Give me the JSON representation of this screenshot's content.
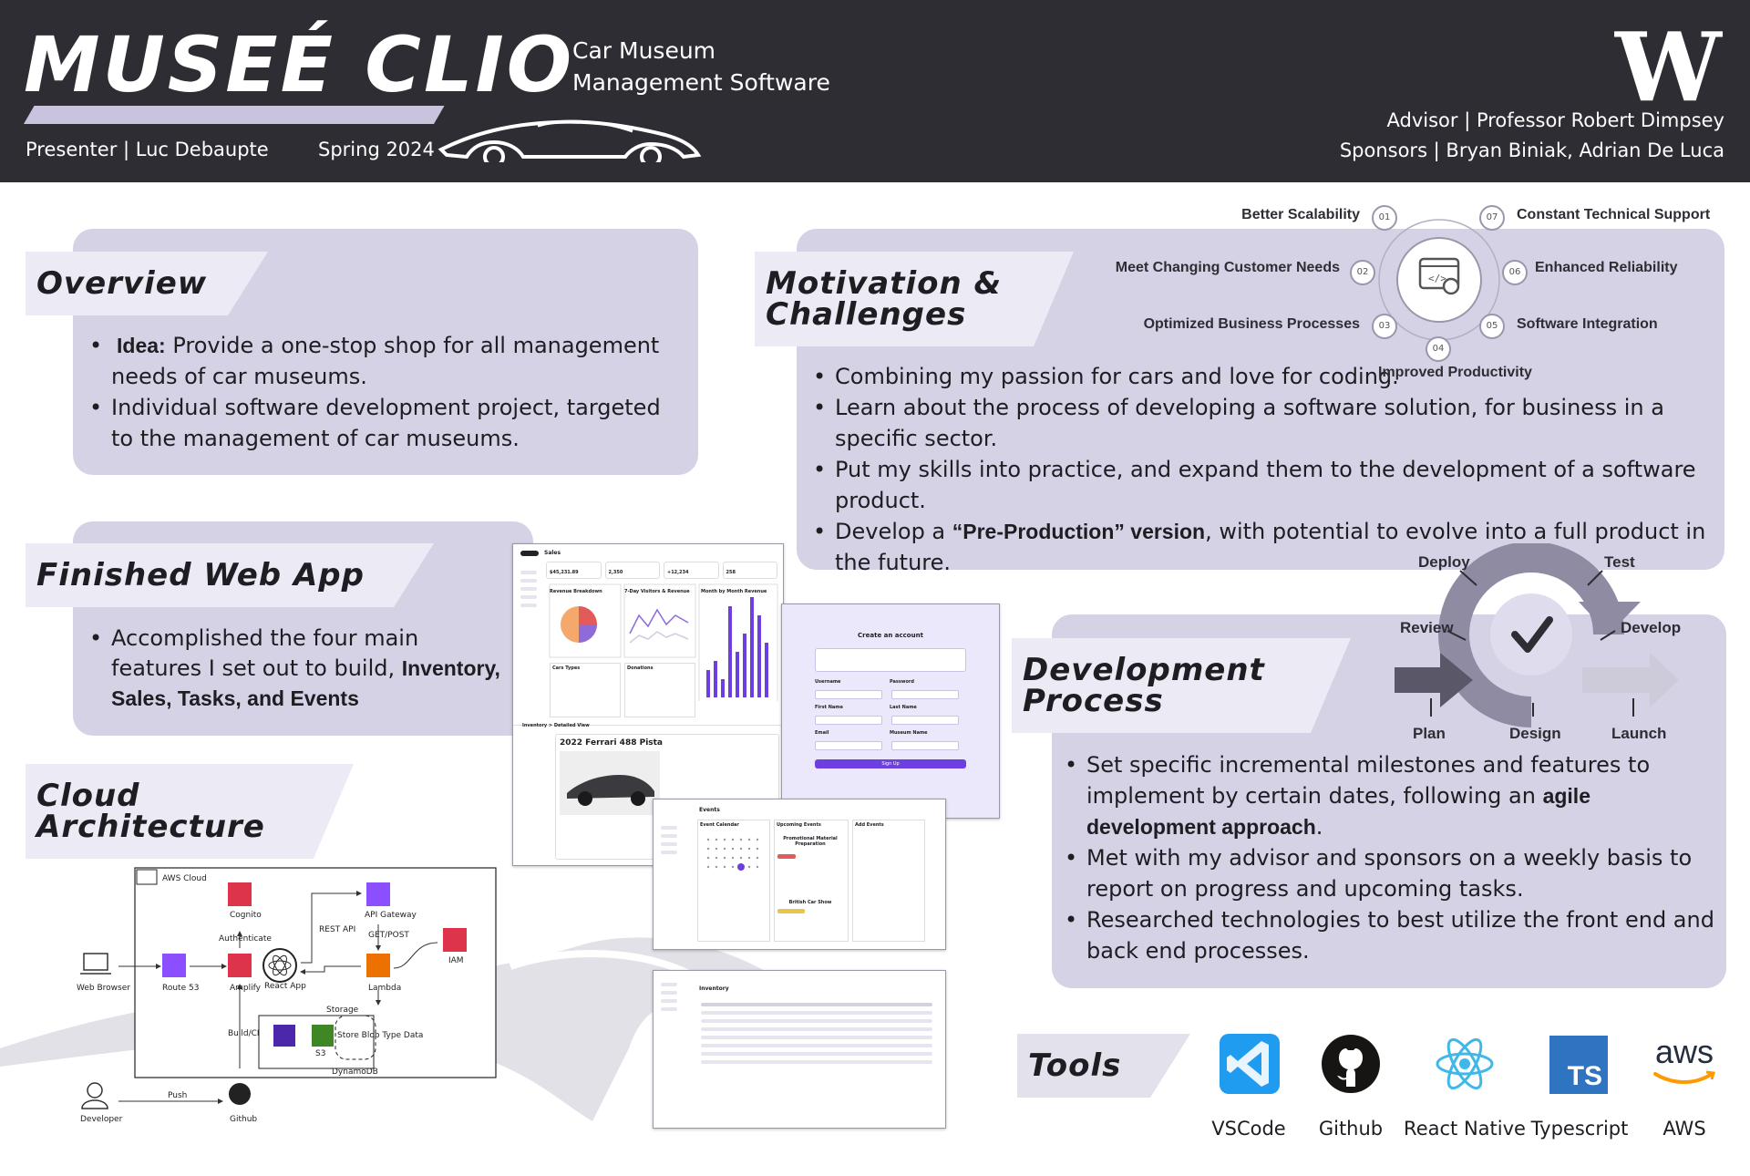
{
  "header": {
    "title": "MUSEÉ CLIO",
    "subtitle_line1": "Car Museum",
    "subtitle_line2": "Management Software",
    "presenter": "Presenter | Luc Debaupte",
    "term": "Spring 2024",
    "advisor": "Advisor | Professor Robert Dimpsey",
    "sponsors": "Sponsors | Bryan Biniak, Adrian De Luca",
    "university_mark": "W"
  },
  "overview": {
    "heading": "Overview",
    "idea_label": "Idea:",
    "idea_text": " Provide a one-stop shop for all management needs of car museums.",
    "bullet2": "Individual software development project, targeted to the management of car museums."
  },
  "motivation": {
    "heading_line1": "Motivation &",
    "heading_line2": "Challenges",
    "bullets": [
      "Combining my passion for cars and love for coding.",
      "Learn about the process of developing a software solution, for business in a specific sector.",
      "Put my skills into practice, and expand them to the development of a software product."
    ],
    "bullet4_pre": "Develop a ",
    "bullet4_strong": "“Pre-Production” version",
    "bullet4_post": ", with potential to evolve into a full product in the future.",
    "wheel": [
      {
        "num": "01",
        "label": "Better Scalability"
      },
      {
        "num": "02",
        "label": "Meet Changing Customer Needs"
      },
      {
        "num": "03",
        "label": "Optimized Business Processes"
      },
      {
        "num": "04",
        "label": "Improved Productivity"
      },
      {
        "num": "05",
        "label": "Software Integration"
      },
      {
        "num": "06",
        "label": "Enhanced Reliability"
      },
      {
        "num": "07",
        "label": "Constant Technical Support"
      }
    ]
  },
  "webapp": {
    "heading": "Finished Web App",
    "text_pre": "Accomplished the four main features I set out to build, ",
    "text_strong": "Inventory, Sales, Tasks, and Events"
  },
  "screens": {
    "sales_title": "Sales",
    "sales_stats": [
      "$45,231.89",
      "2,350",
      "+12,234",
      "258"
    ],
    "sales_charts": [
      "Revenue Breakdown",
      "7-Day Visitors & Revenue",
      "Month by Month Revenue",
      "Cars Types",
      "Donations"
    ],
    "detail_crumb": "Inventory > Detailed View",
    "detail_car": "2022 Ferrari 488 Pista",
    "signup_title": "Create an account",
    "signup_fields": [
      "Username",
      "Password",
      "First Name",
      "Last Name",
      "Email",
      "Museum Name"
    ],
    "signup_button": "Sign Up",
    "events_title": "Events",
    "events_cols": [
      "Event Calendar",
      "Upcoming Events",
      "Add Events"
    ],
    "events_items": [
      "Promotional Material Preparation",
      "British Car Show"
    ],
    "inventory_title": "Inventory"
  },
  "cloud": {
    "heading_line1": "Cloud",
    "heading_line2": "Architecture",
    "aws_label": "AWS Cloud",
    "nodes": {
      "browser": "Web Browser",
      "route53": "Route 53",
      "amplify": "Amplify",
      "cognito": "Cognito",
      "authenticate": "Authenticate",
      "react_app": "React App",
      "rest_api": "REST API",
      "api_gateway": "API Gateway",
      "get_post": "GET/POST",
      "lambda": "Lambda",
      "iam": "IAM",
      "storage": "Storage",
      "dynamodb": "DynamoDB",
      "s3": "S3",
      "store_blob": "Store Blob Type Data",
      "build_ci": "Build/CI",
      "developer": "Developer",
      "push": "Push",
      "github": "Github"
    }
  },
  "devprocess": {
    "heading_line1": "Development",
    "heading_line2": "Process",
    "cycle": [
      "Deploy",
      "Test",
      "Review",
      "Develop",
      "Plan",
      "Design",
      "Launch"
    ],
    "bullet1_pre": "Set specific incremental milestones and features to implement by certain dates, following an ",
    "bullet1_strong": "agile development approach",
    "bullet1_post": ".",
    "bullet2": "Met with my advisor and sponsors on a weekly basis to report on progress and upcoming tasks.",
    "bullet3": "Researched technologies to best utilize the front end and back end processes."
  },
  "tools": {
    "heading": "Tools",
    "items": [
      {
        "icon": "vscode-icon",
        "label": "VSCode"
      },
      {
        "icon": "github-icon",
        "label": "Github"
      },
      {
        "icon": "react-icon",
        "label": "React Native"
      },
      {
        "icon": "typescript-icon",
        "label": "Typescript",
        "glyph": "TS"
      },
      {
        "icon": "aws-icon",
        "label": "AWS",
        "glyph": "aws"
      }
    ]
  },
  "colors": {
    "header_bg": "#2e2d33",
    "panel": "#d6d2e6",
    "tag": "#ecebf5",
    "accent": "#6e3fe0"
  }
}
